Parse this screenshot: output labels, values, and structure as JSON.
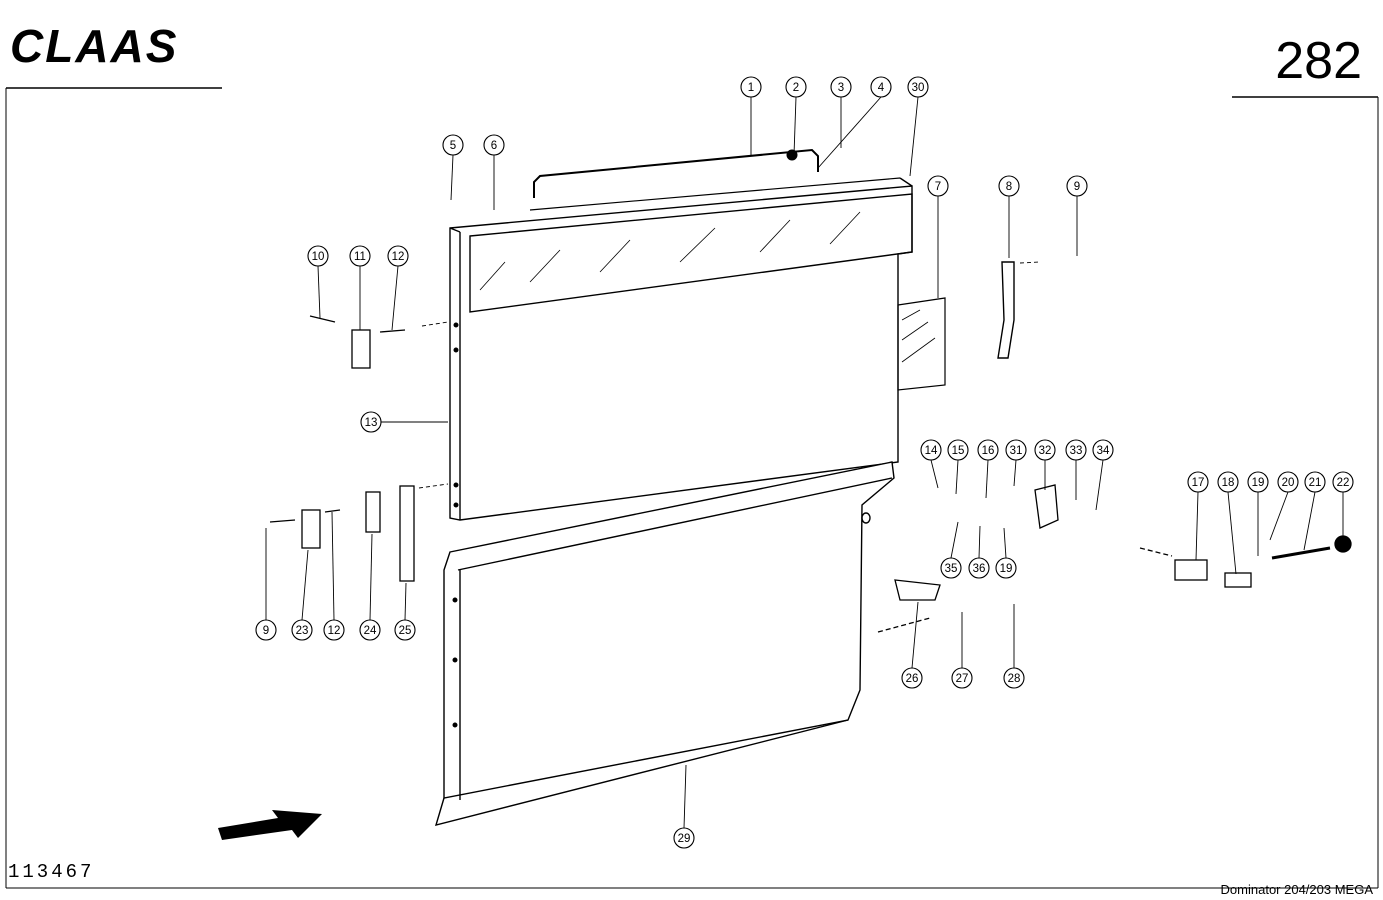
{
  "header": {
    "brand": "CLAAS",
    "page_number": "282"
  },
  "footer": {
    "drawing_number": "113467",
    "model": "Dominator 204/203 MEGA"
  },
  "callouts": [
    "1",
    "2",
    "3",
    "4",
    "30",
    "5",
    "6",
    "7",
    "8",
    "9",
    "10",
    "11",
    "12",
    "13",
    "14",
    "15",
    "16",
    "31",
    "32",
    "33",
    "34",
    "35",
    "36",
    "19",
    "17",
    "18",
    "19",
    "20",
    "21",
    "22",
    "9",
    "23",
    "12",
    "24",
    "25",
    "26",
    "27",
    "28",
    "29"
  ]
}
